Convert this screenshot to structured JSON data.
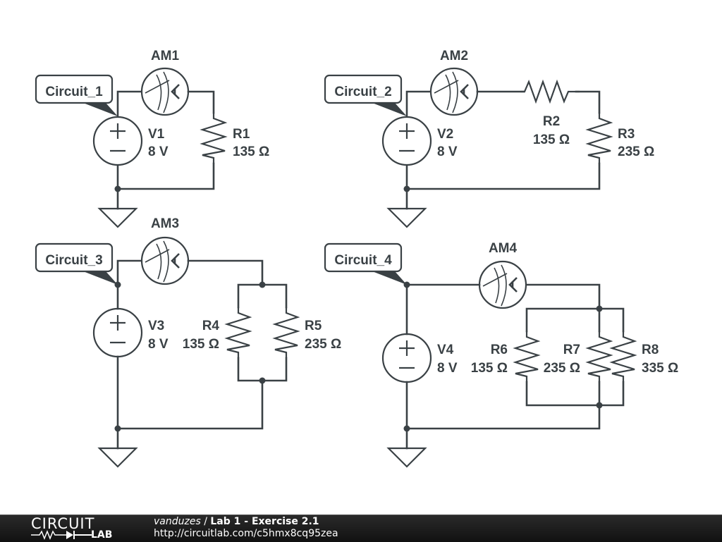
{
  "circuits": [
    {
      "tag": "Circuit_1",
      "source": {
        "name": "V1",
        "value": "8 V"
      },
      "ammeter": {
        "name": "AM1",
        "symbol": "A"
      },
      "resistors": [
        {
          "name": "R1",
          "value": "135 Ω"
        }
      ],
      "topology": "series"
    },
    {
      "tag": "Circuit_2",
      "source": {
        "name": "V2",
        "value": "8 V"
      },
      "ammeter": {
        "name": "AM2",
        "symbol": "A"
      },
      "resistors": [
        {
          "name": "R2",
          "value": "135 Ω"
        },
        {
          "name": "R3",
          "value": "235 Ω"
        }
      ],
      "topology": "series"
    },
    {
      "tag": "Circuit_3",
      "source": {
        "name": "V3",
        "value": "8 V"
      },
      "ammeter": {
        "name": "AM3",
        "symbol": "A"
      },
      "resistors": [
        {
          "name": "R4",
          "value": "135 Ω"
        },
        {
          "name": "R5",
          "value": "235 Ω"
        }
      ],
      "topology": "parallel"
    },
    {
      "tag": "Circuit_4",
      "source": {
        "name": "V4",
        "value": "8 V"
      },
      "ammeter": {
        "name": "AM4",
        "symbol": "A"
      },
      "resistors": [
        {
          "name": "R6",
          "value": "135 Ω"
        },
        {
          "name": "R7",
          "value": "235 Ω"
        },
        {
          "name": "R8",
          "value": "335 Ω"
        }
      ],
      "topology": "parallel"
    }
  ],
  "footer": {
    "logo_top": "CIRCUIT",
    "logo_bottom": "LAB",
    "user": "vanduzes",
    "separator": " / ",
    "title": "Lab 1 - Exercise 2.1",
    "url": "http://circuitlab.com/c5hmx8cq95zea"
  }
}
